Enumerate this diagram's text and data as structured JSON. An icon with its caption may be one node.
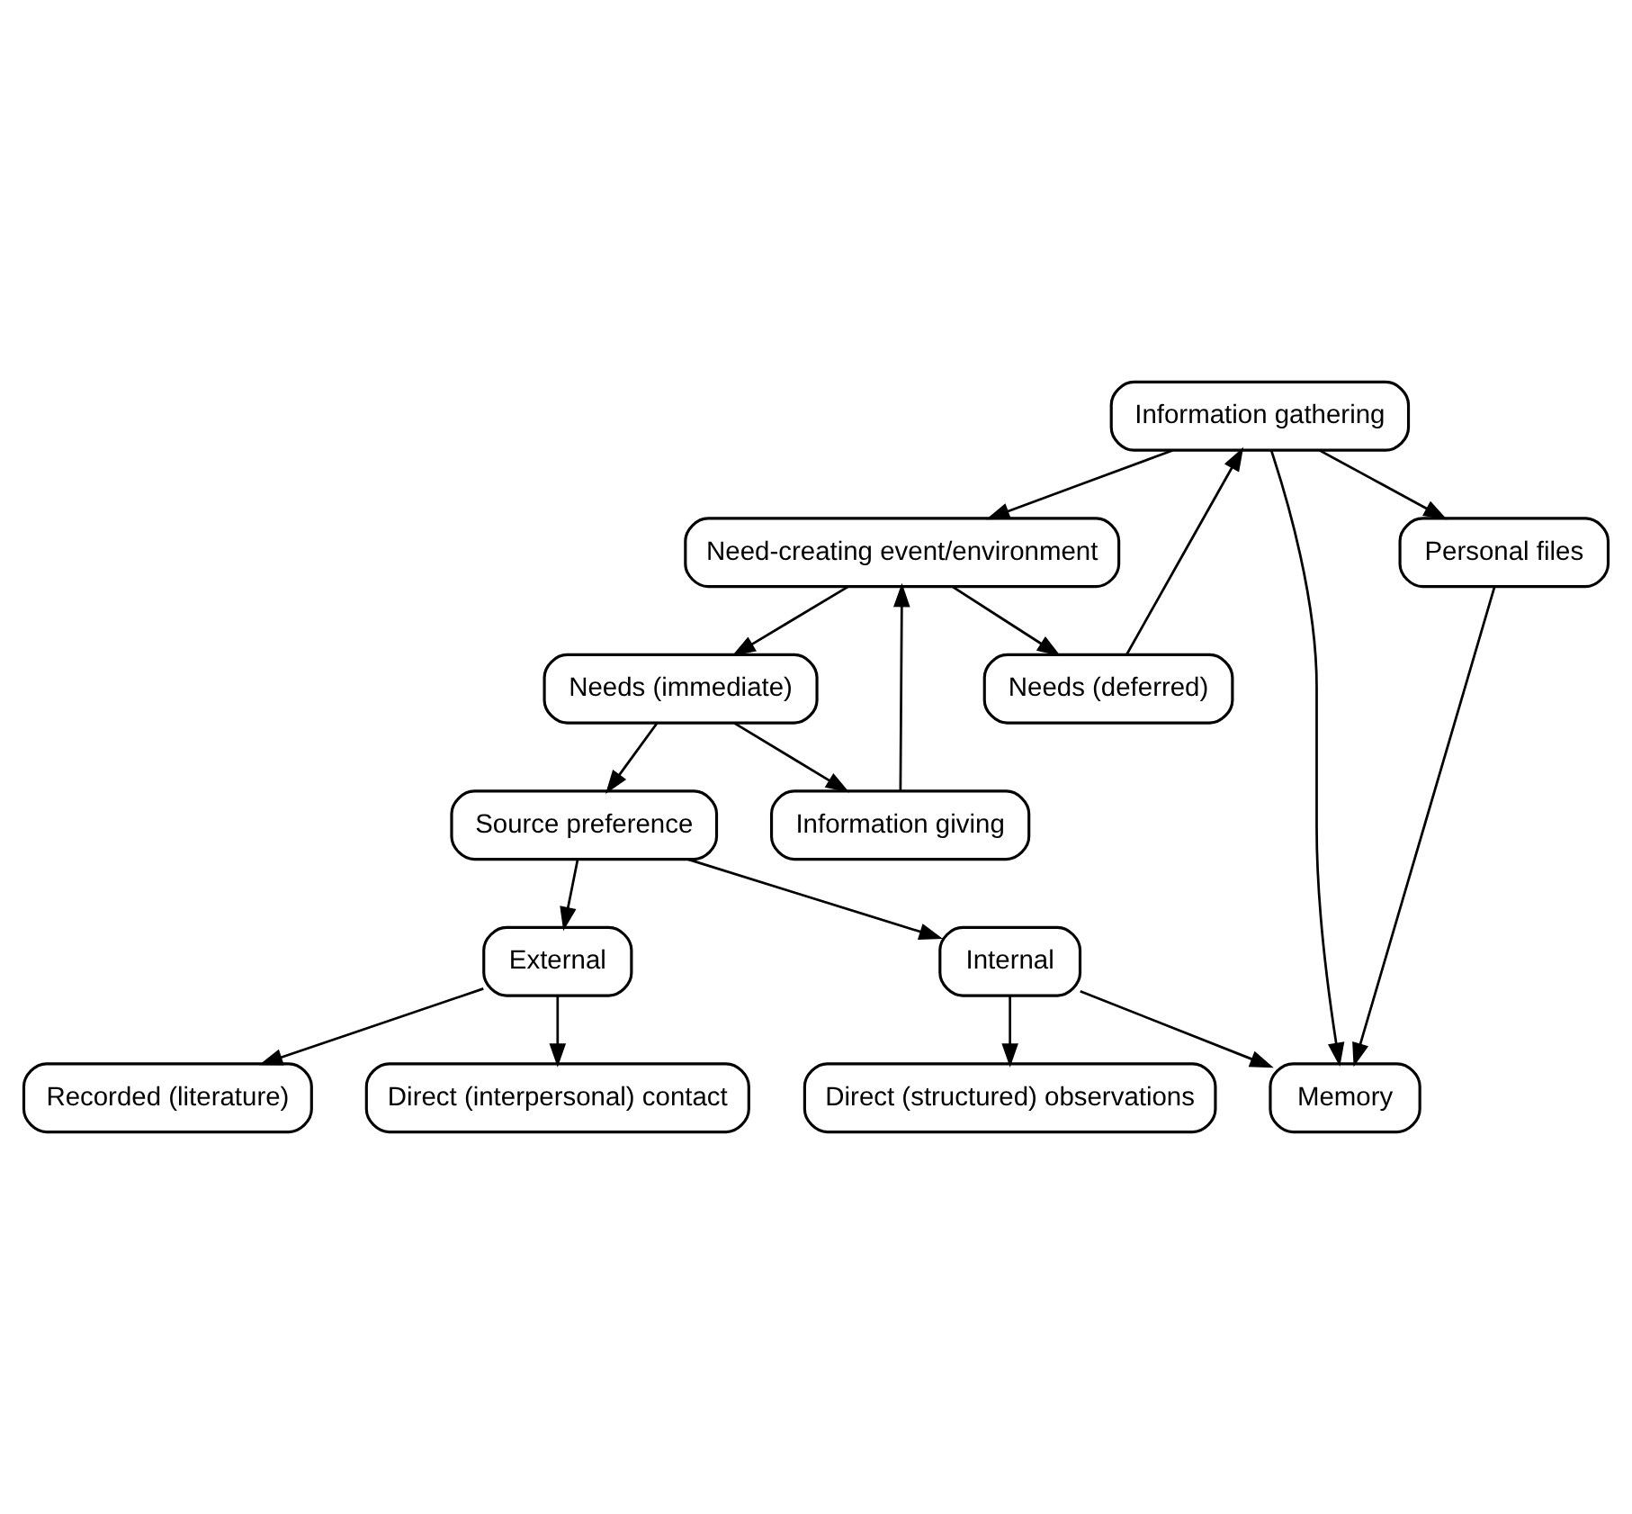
{
  "diagram": {
    "nodes": [
      {
        "text": [
          "Information gathering"
        ]
      },
      {
        "text": [
          "Information giving"
        ]
      },
      {
        "text": [
          "Need-creating event/environment"
        ]
      },
      {
        "text": [
          "Needs (deferred)"
        ]
      },
      {
        "text": [
          "Needs (immediate)"
        ]
      },
      {
        "text": [
          "Source preference"
        ]
      },
      {
        "text": [
          "Internal"
        ]
      },
      {
        "text": [
          "External"
        ]
      },
      {
        "text": [
          "Memory"
        ]
      },
      {
        "text": [
          "Direct (structured) observations"
        ]
      },
      {
        "text": [
          "Direct (interpersonal) contact"
        ]
      },
      {
        "text": [
          "Recorded (literature)"
        ]
      },
      {
        "text": [
          "Personal files"
        ]
      }
    ],
    "edges": [
      {
        "from": 0,
        "to": 2,
        "arrow": "to"
      },
      {
        "from": 1,
        "to": 2,
        "arrow": "to"
      },
      {
        "from": 2,
        "to": 3,
        "arrow": "to"
      },
      {
        "from": 2,
        "to": 4,
        "arrow": "to"
      },
      {
        "from": 3,
        "to": 0,
        "arrow": "to"
      },
      {
        "from": 4,
        "to": 1,
        "arrow": "to"
      },
      {
        "from": 4,
        "to": 5,
        "arrow": "to"
      },
      {
        "from": 5,
        "to": 6,
        "arrow": "to"
      },
      {
        "from": 5,
        "to": 7,
        "arrow": "to"
      },
      {
        "from": 6,
        "to": 8,
        "arrow": "to"
      },
      {
        "from": 6,
        "to": 9,
        "arrow": "to"
      },
      {
        "from": 7,
        "to": 10,
        "arrow": "to"
      },
      {
        "from": 7,
        "to": 11,
        "arrow": "to"
      },
      {
        "from": 12,
        "to": 8,
        "arrow": "to"
      },
      {
        "from": 0,
        "to": 8,
        "arrow": "to"
      },
      {
        "from": 0,
        "to": 12,
        "arrow": "to"
      }
    ]
  }
}
